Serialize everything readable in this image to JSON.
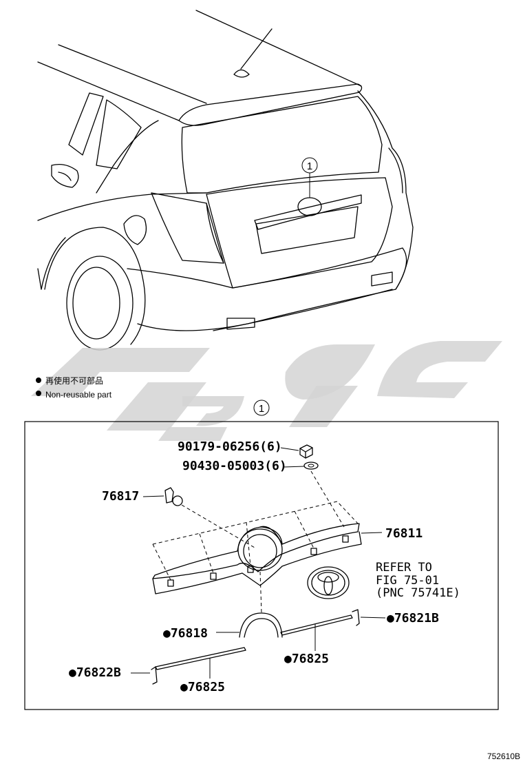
{
  "callout": {
    "number": "1"
  },
  "legend": {
    "items": [
      {
        "text": "再使用不可部品"
      },
      {
        "text": "Non-reusable part"
      }
    ]
  },
  "parts": [
    {
      "id": "p1",
      "text": "90179-06256(6)"
    },
    {
      "id": "p2",
      "text": "90430-05003(6)"
    },
    {
      "id": "p3",
      "text": "76817"
    },
    {
      "id": "p4",
      "text": "76811"
    },
    {
      "id": "p5",
      "text": "●76821B"
    },
    {
      "id": "p6",
      "text": "●76818"
    },
    {
      "id": "p7",
      "text": "●76825"
    },
    {
      "id": "p8",
      "text": "●76822B"
    },
    {
      "id": "p9",
      "text": "●76825"
    }
  ],
  "reference": {
    "line1": "REFER TO",
    "line2": "FIG 75-01",
    "line3": "(PNC 75741E)"
  },
  "figure_code": "752610B",
  "colors": {
    "ink": "#000000",
    "watermark": "#d4d4d4",
    "background": "#ffffff"
  }
}
